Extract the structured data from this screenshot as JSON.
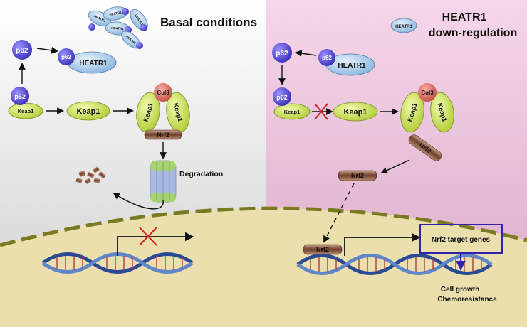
{
  "panels": {
    "left_title": "Basal conditions",
    "right_title_line1": "HEATR1",
    "right_title_line2": "down-regulation"
  },
  "labels": {
    "p62": "p62",
    "heatr1": "HEATR1",
    "keap1": "Keap1",
    "cul3": "Cul3",
    "nrf2": "Nrf2",
    "degradation": "Degradation",
    "target_genes": "Nrf2 target genes",
    "outcome_line1": "Cell growth",
    "outcome_line2": "Chemoresistance"
  },
  "colors": {
    "left_bg": "#d6d6d6",
    "right_bg": "#e6b6d3",
    "nucleus": "#ecdfae",
    "nuclear_membrane": "#7a7a22",
    "p62": "#5b4fd6",
    "heatr1": "#a9cbe8",
    "keap1": "#d8ec5a",
    "cul3": "#e07068",
    "nrf2": "#7a4a33",
    "block_cross": "#d42020",
    "target_box": "#3322aa"
  }
}
